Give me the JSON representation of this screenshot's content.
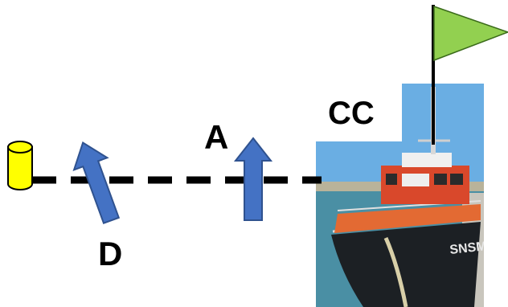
{
  "labels": {
    "committee_boat": "CC",
    "arrow_a": "A",
    "arrow_d": "D"
  },
  "colors": {
    "flag": "#92d050",
    "buoy": "#ffff00",
    "arrow": "#4472c4",
    "line": "#000000",
    "boat_hull": "#1c2024",
    "boat_cabin": "#d9482b",
    "water": "#4a8fa4",
    "sky": "#6aaee3"
  }
}
